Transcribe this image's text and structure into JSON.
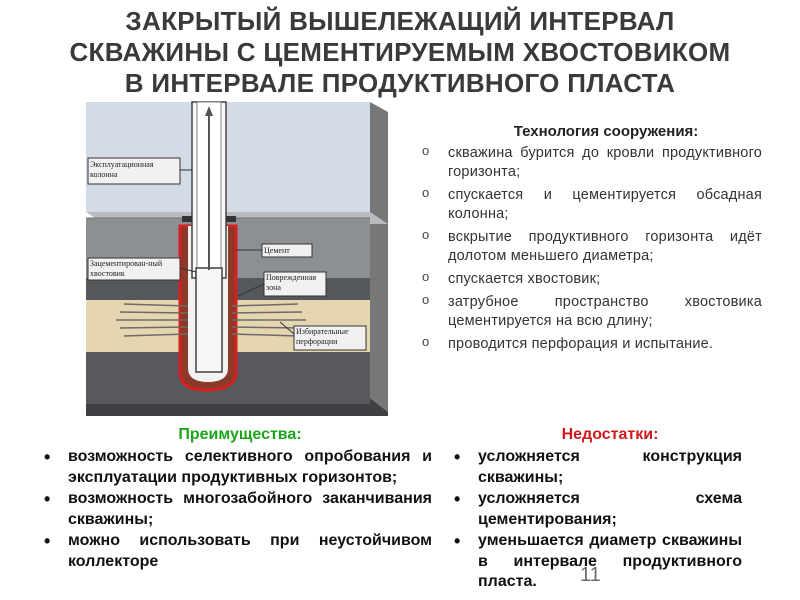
{
  "title": {
    "line1": "ЗАКРЫТЫЙ ВЫШЕЛЕЖАЩИЙ ИНТЕРВАЛ",
    "line2": "СКВАЖИНЫ С ЦЕМЕНТИРУЕМЫМ ХВОСТОВИКОМ",
    "line3": "В ИНТЕРВАЛЕ ПРОДУКТИВНОГО ПЛАСТА"
  },
  "figure": {
    "label_casing": "Эксплуатационная колонна",
    "label_cement": "Цемент",
    "label_liner": "Зацементирован-ный хвостовик",
    "label_damaged": "Поврежденная зона",
    "label_perf": "Избирательные перфорации"
  },
  "technology": {
    "heading": "Технология сооружения:",
    "items": [
      "скважина бурится до кровли продуктивного горизонта;",
      "спускается и цементируется обсадная колонна;",
      "вскрытие продуктивного горизонта идёт долотом меньшего диаметра;",
      "спускается хвостовик;",
      "затрубное пространство хвостовика цементируется на всю длину;",
      "проводится перфорация и испытание."
    ]
  },
  "advantages": {
    "heading": "Преимущества:",
    "items": [
      "возможность селективного опробования и эксплуатации продуктивных горизонтов;",
      "возможность многозабойного заканчивания скважины;",
      "можно использовать при неустойчивом коллекторе"
    ]
  },
  "disadvantages": {
    "heading": "Недостатки:",
    "items": [
      "усложняется конструкция скважины;",
      "усложняется схема цементирования;",
      "уменьшается диаметр скважины в интервале продуктивного пласта."
    ]
  },
  "page_number": "11",
  "colors": {
    "advantages": "#1aa51a",
    "disadvantages": "#d01818",
    "cement": "#c0392b"
  }
}
